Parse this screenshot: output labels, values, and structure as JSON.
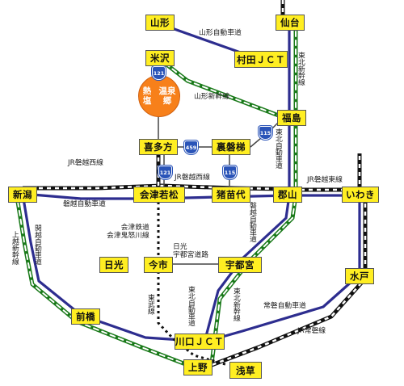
{
  "stations": {
    "yamagata": "山形",
    "sendai": "仙台",
    "yonezawa": "米沢",
    "murata_jct": "村田ＪＣＴ",
    "fukushima": "福島",
    "kitakata": "喜多方",
    "urabandai": "裏磐梯",
    "niigata": "新潟",
    "aizuwakamatsu": "会津若松",
    "inawashiro": "猪苗代",
    "koriyama": "郡山",
    "iwaki": "いわき",
    "nikko": "日光",
    "imaichi": "今市",
    "utsunomiya": "宇都宮",
    "mito": "水戸",
    "maebashi": "前橋",
    "kawaguchi_jct": "川口ＪＣＴ",
    "ueno": "上野",
    "asakusa": "浅草"
  },
  "spot": "熱塩温泉郷",
  "line_labels": {
    "yamagata_expwy": "山形自動車道",
    "tohoku_shinkansen_n": "東北新幹線",
    "yamagata_shinkansen": "山形新幹線",
    "tohoku_expwy_n": "東北自動車道",
    "banetsu_west_n": "JR磐越西線",
    "banetsu_west_s": "JR磐越西線",
    "banetsu_east": "JR磐越東線",
    "banetsu_expwy_w": "磐越自動車道",
    "banetsu_expwy_e": "磐越自動車道",
    "joetsu_shinkansen": "上越新幹線",
    "kanetsu_expwy": "関越自動車道",
    "aizu_railway": "会津鉄道\n会津鬼怒川線",
    "nikko_utsunomiya_rd": "日光\n宇都宮道路",
    "tobu_line": "東武線",
    "tohoku_expwy_s": "東北自動車道",
    "tohoku_shinkansen_s": "東北新幹線",
    "joban_expwy": "常磐自動車道",
    "joban_line": "JR常磐線"
  },
  "route_numbers": [
    "121",
    "459",
    "115",
    "115",
    "121"
  ],
  "colors": {
    "expressway": "#2d2d8f",
    "shinkansen": "#1a7a1a",
    "jr_line": "#111111",
    "station_fill": "#ffee22",
    "spot_fill": "#f7801a",
    "route_shield": "#2a54b8"
  }
}
